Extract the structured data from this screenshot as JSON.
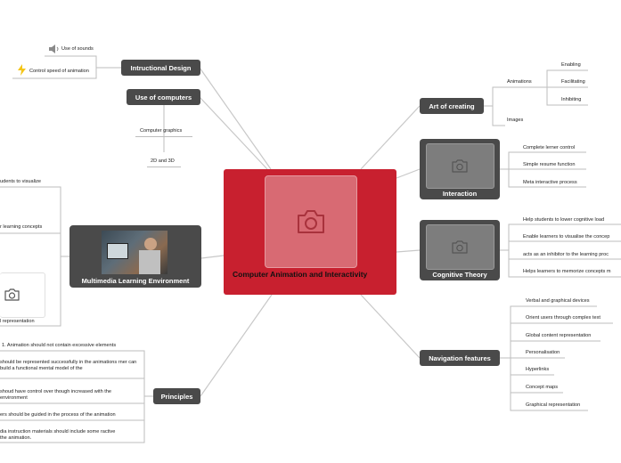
{
  "central": {
    "title": "Computer Animation and Interactivity"
  },
  "instructional_design": {
    "label": "Intructional Design",
    "items": [
      "Use of sounds",
      "Control speed of animation"
    ]
  },
  "use_of_computers": {
    "label": "Use of computers",
    "items": [
      "Computer graphics",
      "2D and 3D"
    ]
  },
  "multimedia": {
    "label": "Multimedia Learning Environment",
    "items": [
      "udents to visualize",
      "r learning concepts",
      "l representation"
    ]
  },
  "principles": {
    "label": "Principles",
    "items": [
      "1. Animation should not contain excessive elements",
      "should be represented successfully in the animations rner can build a functional mental model of the",
      "shoud have control over though increased with the environment",
      "ers should be guided in the process of the animation",
      "dia instruction materials should include some ractive the animation."
    ]
  },
  "art_of_creating": {
    "label": "Art of creating",
    "animations_label": "Animations",
    "animations": [
      "Enabling",
      "Facilitating",
      "Inhibiting"
    ],
    "images_label": "Images"
  },
  "interaction": {
    "label": "Interaction",
    "items": [
      "Complete lerner control",
      "Simple resume function",
      "Meta interactive process"
    ]
  },
  "cognitive_theory": {
    "label": "Cognitive Theory",
    "items": [
      "Help students to lower cognitive load",
      "Enable learners to visualise  the concep",
      "acts as an inhibitor to the learning proc",
      "Helps learners to memorize  concepts m"
    ]
  },
  "navigation": {
    "label": "Navigation features",
    "items": [
      "Verbal and graphical devices",
      "Orient users through complex text",
      "Global content representation",
      "Personalisation",
      "Hyperlinks",
      "Concept maps",
      "Graphical representation"
    ]
  },
  "colors": {
    "central": "#c8202f",
    "node": "#4a4a4a",
    "line": "#bdbdbd"
  },
  "icons": [
    "speaker-icon",
    "lightning-icon",
    "camera-icon"
  ]
}
